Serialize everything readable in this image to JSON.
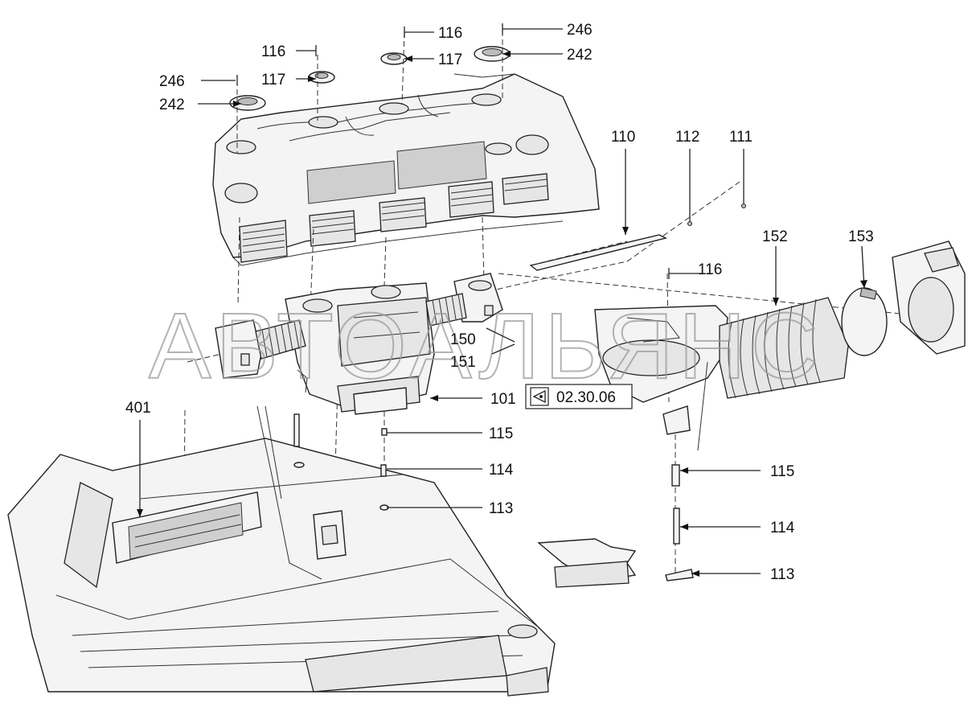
{
  "watermark": "АВТОАЛЬЯНС",
  "reference": {
    "label": "02.30.06",
    "icon": "eye-icon"
  },
  "callouts": {
    "c246a": "246",
    "c242a": "242",
    "c116a": "116",
    "c117a": "117",
    "c116b": "116",
    "c117b": "117",
    "c246b": "246",
    "c242b": "242",
    "c110": "110",
    "c112": "112",
    "c111": "111",
    "c152": "152",
    "c153": "153",
    "c116c": "116",
    "c150": "150",
    "c151": "151",
    "c101": "101",
    "c401": "401",
    "c115a": "115",
    "c114a": "114",
    "c113a": "113",
    "c115b": "115",
    "c114b": "114",
    "c113b": "113"
  }
}
